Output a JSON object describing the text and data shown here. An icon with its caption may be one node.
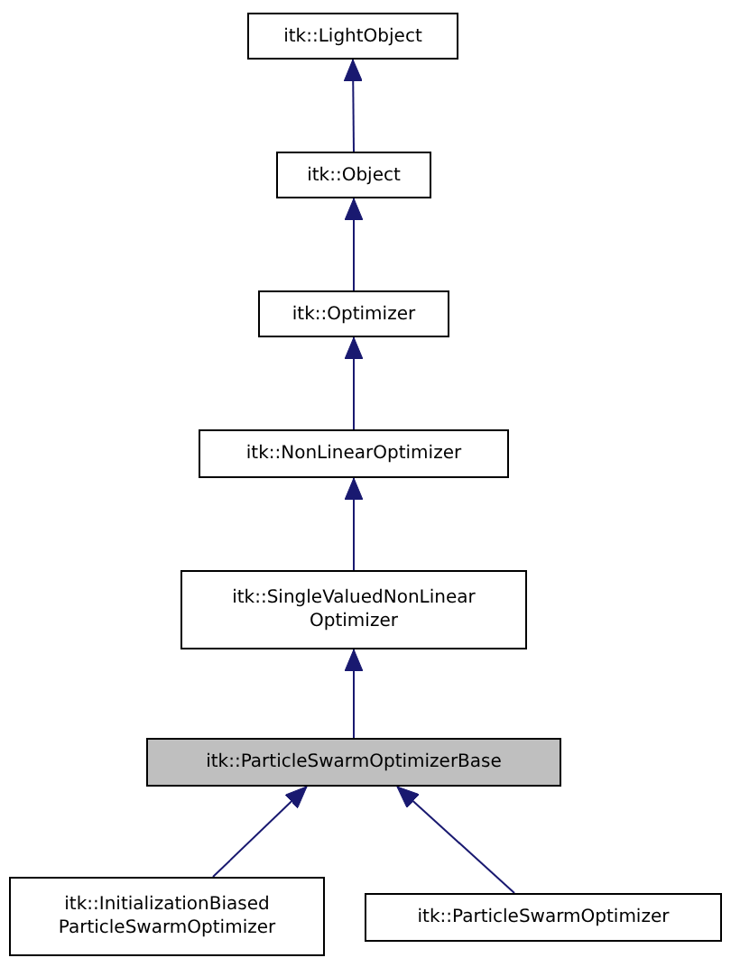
{
  "diagram": {
    "nodes": [
      {
        "text": [
          "itk::LightObject"
        ]
      },
      {
        "text": [
          "itk::Object"
        ]
      },
      {
        "text": [
          "itk::Optimizer"
        ]
      },
      {
        "text": [
          "itk::NonLinearOptimizer"
        ]
      },
      {
        "text": [
          "itk::SingleValuedNonLinear Optimizer"
        ]
      },
      {
        "text": [
          "itk::ParticleSwarmOptimizerBase"
        ]
      },
      {
        "text": [
          "itk::InitializationBiased ParticleSwarmOptimizer"
        ]
      },
      {
        "text": [
          "itk::ParticleSwarmOptimizer"
        ]
      }
    ],
    "edges": [
      {
        "from": 1,
        "to": 0,
        "arrow": "to"
      },
      {
        "from": 2,
        "to": 1,
        "arrow": "to"
      },
      {
        "from": 3,
        "to": 2,
        "arrow": "to"
      },
      {
        "from": 4,
        "to": 3,
        "arrow": "to"
      },
      {
        "from": 5,
        "to": 4,
        "arrow": "to"
      },
      {
        "from": 6,
        "to": 5,
        "arrow": "to"
      },
      {
        "from": 7,
        "to": 5,
        "arrow": "to"
      }
    ]
  }
}
